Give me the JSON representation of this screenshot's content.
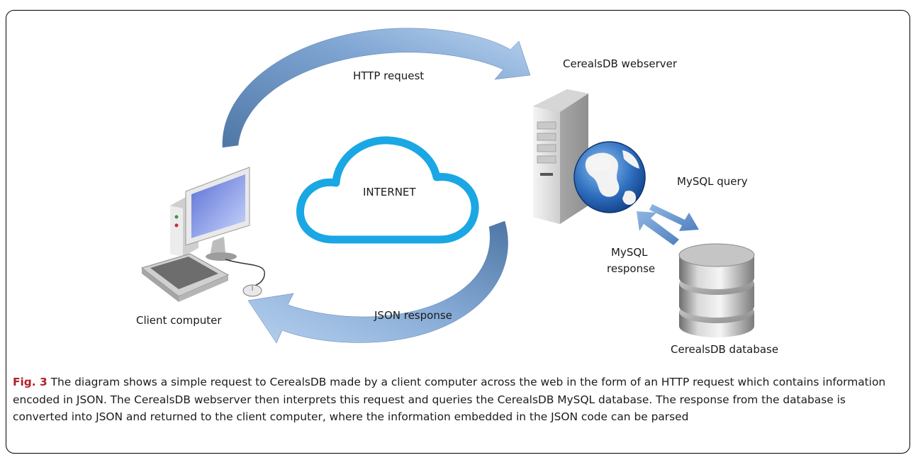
{
  "figure": {
    "labels": {
      "http_request": "HTTP request",
      "webserver": "CerealsDB webserver",
      "internet": "INTERNET",
      "mysql_query": "MySQL query",
      "mysql_response_line1": "MySQL",
      "mysql_response_line2": "response",
      "json_response": "JSON response",
      "client_computer": "Client  computer",
      "database": "CerealsDB database"
    },
    "colors": {
      "arrow_light": "#a9c8ea",
      "arrow_dark": "#4e78a8",
      "cloud_stroke": "#1aa7e4",
      "server_body": "#e6e6e6",
      "globe_ocean": "#2f6fbf"
    },
    "icons": [
      "client-computer-icon",
      "web-server-icon",
      "globe-icon",
      "cloud-icon",
      "database-icon"
    ]
  },
  "caption": {
    "fig_label": "Fig. 3",
    "text": " The diagram shows a simple request to CerealsDB made by a client computer across the web in the form of an HTTP request which contains information encoded in JSON. The CerealsDB webserver then interprets this request and queries the CerealsDB MySQL database. The response from the database is converted into JSON and returned to the client computer, where the information embedded in the JSON code can be parsed"
  }
}
